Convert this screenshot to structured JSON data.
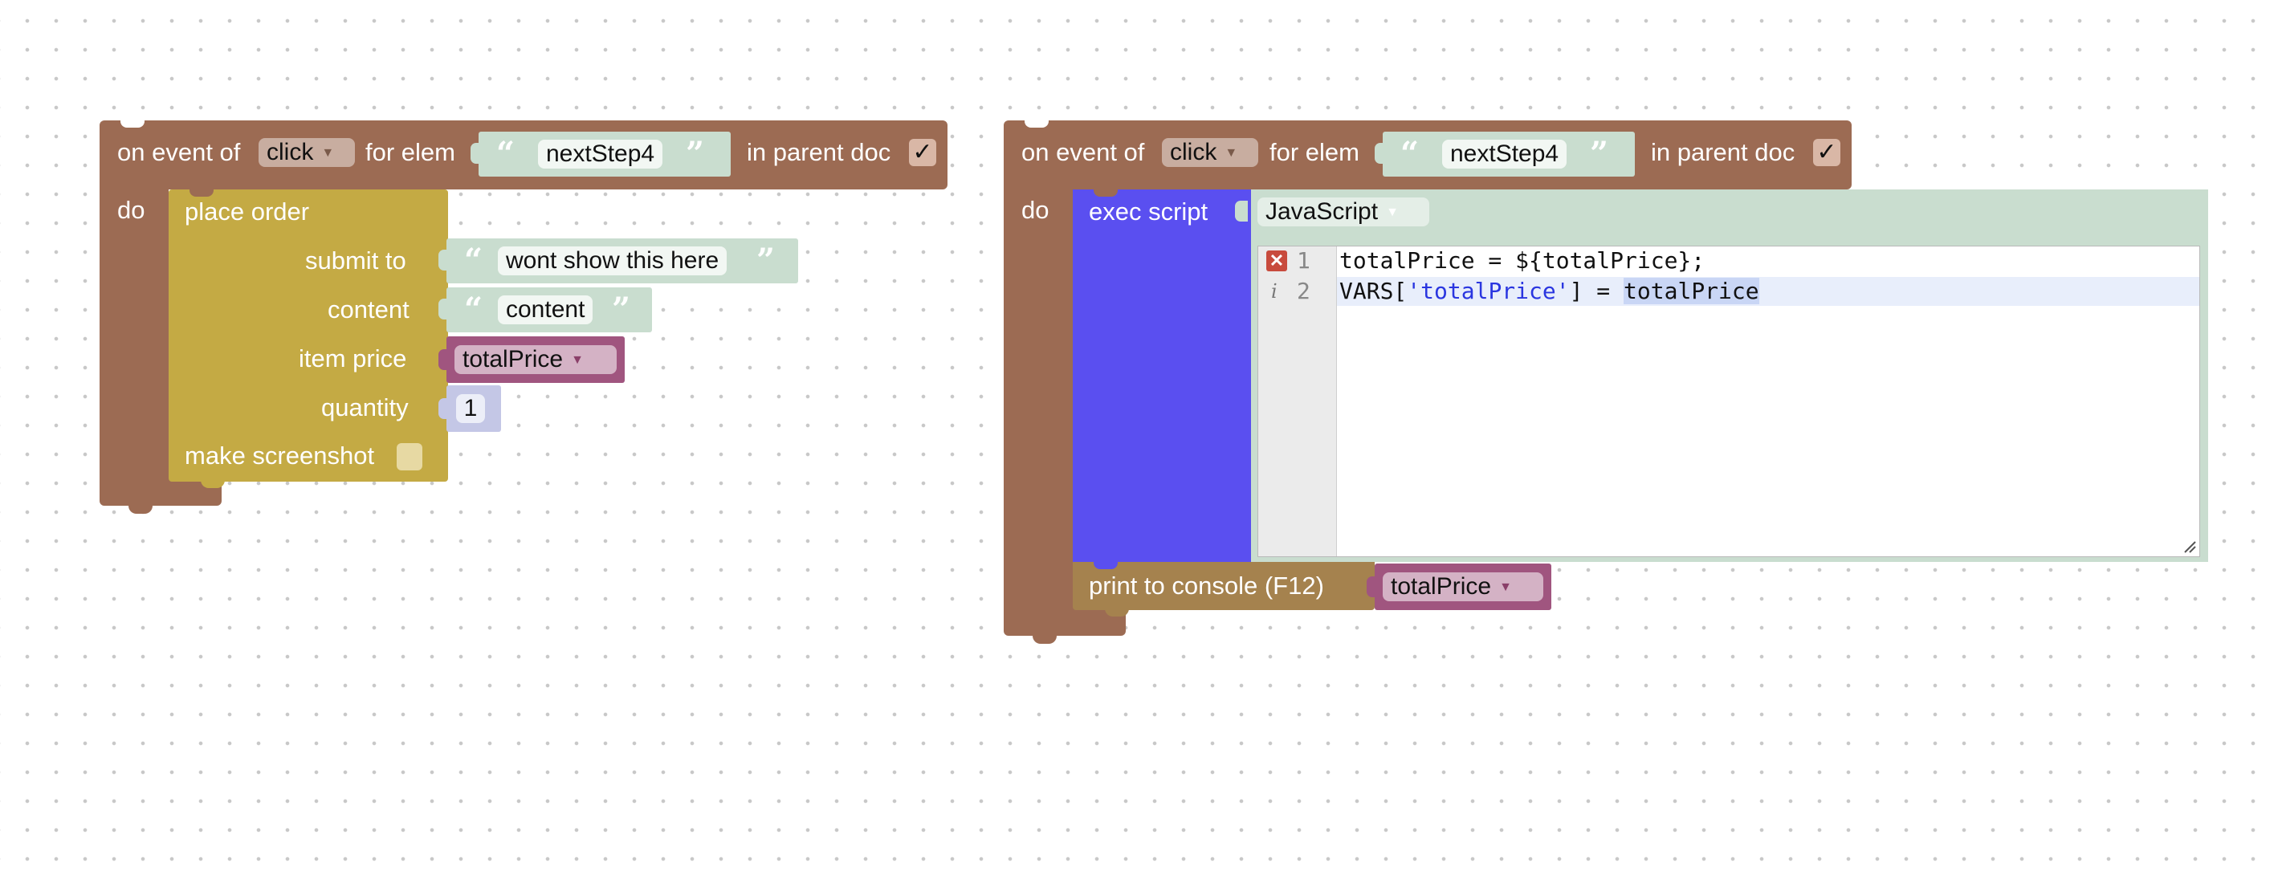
{
  "colors": {
    "event": "#9c6b53",
    "place_order": "#c4aa44",
    "string": "#c9ddcf",
    "variable": "#a0557f",
    "number": "#c4c7e6",
    "exec_script": "#5a4ff0",
    "print": "#a5824e"
  },
  "left_block": {
    "header_prefix": "on event of",
    "event_value": "click",
    "for_elem_label": "for elem",
    "elem_value": "nextStep4",
    "parent_doc_label": "in parent doc",
    "parent_doc_check": "✓",
    "do_label": "do",
    "place_order": {
      "title": "place order",
      "submit_to_label": "submit to",
      "submit_to_value": "wont show this here",
      "content_label": "content",
      "content_value": "content",
      "item_price_label": "item price",
      "item_price_var": "totalPrice",
      "quantity_label": "quantity",
      "quantity_value": "1",
      "screenshot_label": "make screenshot"
    }
  },
  "right_block": {
    "header_prefix": "on event of",
    "event_value": "click",
    "for_elem_label": "for elem",
    "elem_value": "nextStep4",
    "parent_doc_label": "in parent doc",
    "parent_doc_check": "✓",
    "do_label": "do",
    "exec_script": {
      "title": "exec script",
      "language": "JavaScript",
      "lines": [
        {
          "num": "1",
          "marker": "error",
          "text": "totalPrice = ${totalPrice};"
        },
        {
          "num": "2",
          "marker": "info",
          "text": "VARS['totalPrice'] = totalPrice"
        }
      ],
      "line2_parts": {
        "a": "VARS[",
        "b": "'totalPrice'",
        "c": "] = ",
        "d": "totalPrice"
      }
    },
    "print": {
      "title": "print to console (F12)",
      "var": "totalPrice"
    }
  }
}
